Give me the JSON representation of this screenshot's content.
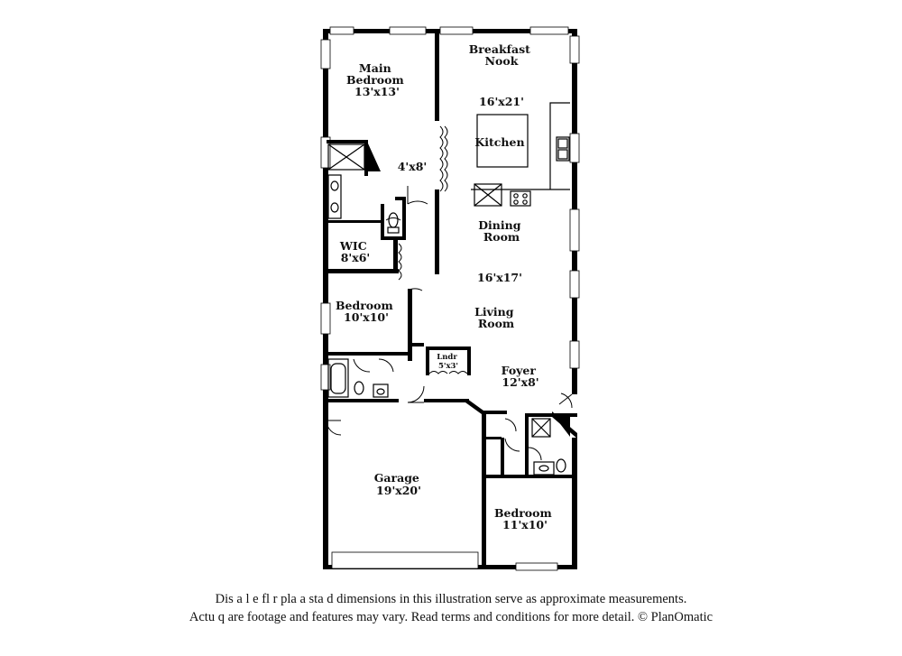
{
  "rooms": {
    "main_bedroom": [
      "Main",
      "Bedroom",
      "13'x13'"
    ],
    "bath_dims": "4'x8'",
    "breakfast_nook": [
      "Breakfast",
      "Nook"
    ],
    "kitchen_dims": "16'x21'",
    "kitchen": "Kitchen",
    "wic": [
      "WIC",
      "8'x6'"
    ],
    "dining_room": [
      "Dining",
      "Room"
    ],
    "living_dims": "16'x17'",
    "living_room": [
      "Living",
      "Room"
    ],
    "bedroom2": [
      "Bedroom",
      "10'x10'"
    ],
    "laundry": [
      "Lndr",
      "5'x3'"
    ],
    "foyer": [
      "Foyer",
      "12'x8'"
    ],
    "garage": [
      "Garage",
      "19'x20'"
    ],
    "bedroom3": [
      "Bedroom",
      "11'x10'"
    ]
  },
  "disclaimer": {
    "line1": "Dis  a     l  e fl    r pla  a    sta  d dimensions in this illustration serve as approximate measurements.",
    "line2": "Actu    q  are footage and features may vary. Read terms and conditions for more detail. © PlanOmatic"
  }
}
